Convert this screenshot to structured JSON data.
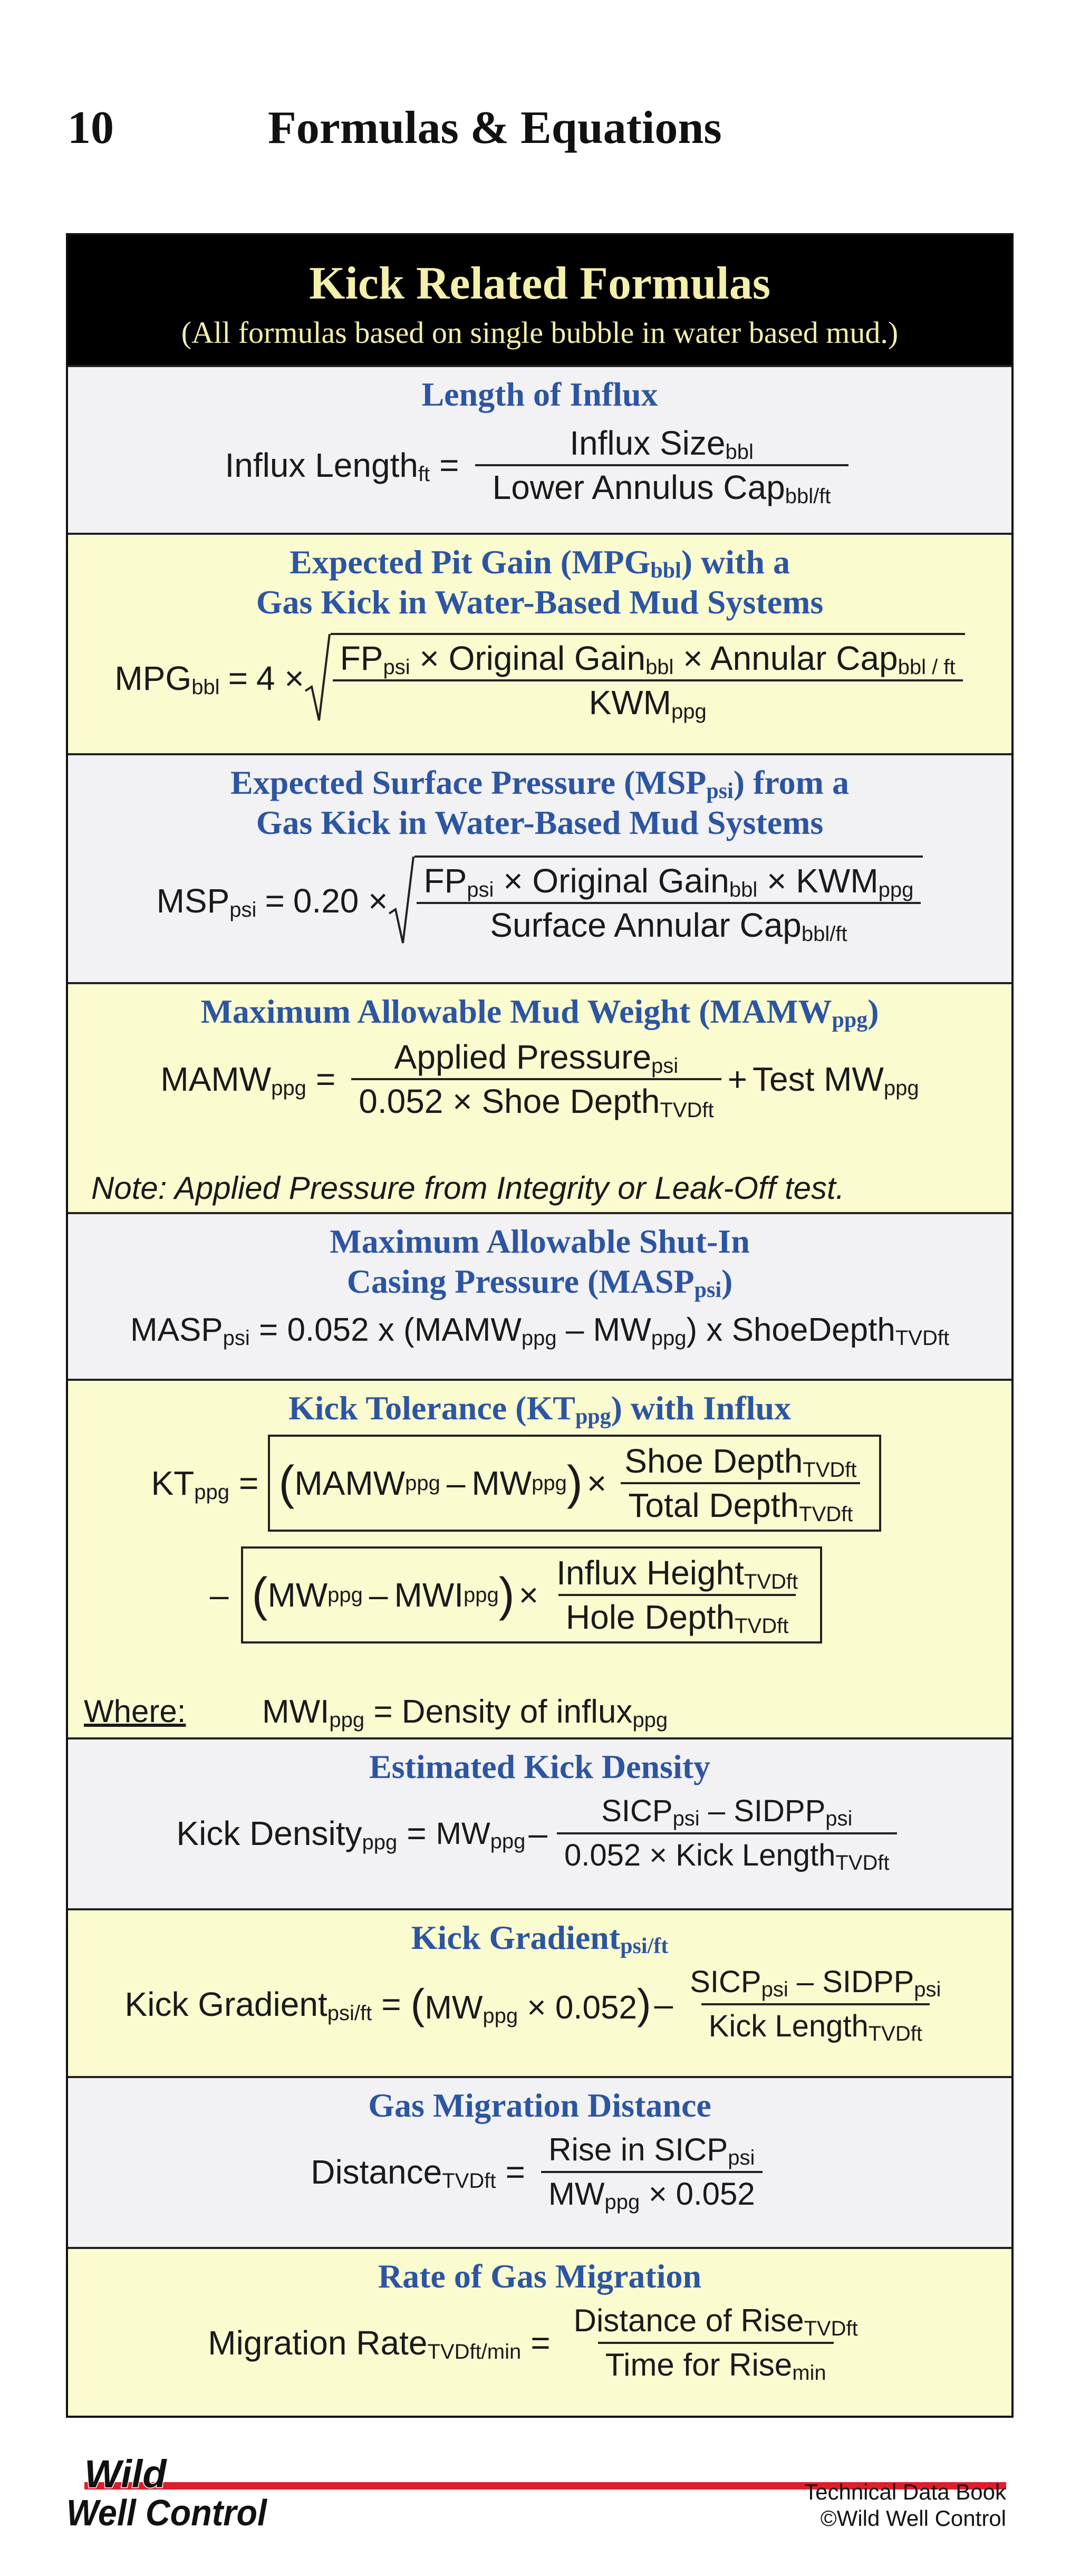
{
  "page": {
    "number": "10",
    "title": "Formulas & Equations"
  },
  "banner": {
    "title": "Kick Related Formulas",
    "subtitle": "(All formulas based on single bubble in water based mud.)"
  },
  "sections": {
    "length": {
      "title": "Length of Influx",
      "lhs": "Influx Length",
      "lhs_sub": "ft",
      "eq": "=",
      "num": "Influx Size",
      "num_sub": "bbl",
      "den": "Lower Annulus Cap",
      "den_sub": "bbl/ft"
    },
    "mpg": {
      "title_line1_a": "Expected Pit Gain (MPG",
      "title_line1_sub": "bbl",
      "title_line1_b": ") with a",
      "title_line2": "Gas Kick in Water-Based Mud Systems",
      "lhs": "MPG",
      "lhs_sub": "bbl",
      "eq": "=",
      "coef": "4 ×",
      "num_a": "FP",
      "num_a_sub": "psi",
      "times": "×",
      "num_b": "Original Gain",
      "num_b_sub": "bbl",
      "num_c": "Annular Cap",
      "num_c_sub": "bbl / ft",
      "den": "KWM",
      "den_sub": "ppg"
    },
    "msp": {
      "title_line1_a": "Expected Surface Pressure (MSP",
      "title_line1_sub": "psi",
      "title_line1_b": ") from a",
      "title_line2": "Gas Kick in Water-Based Mud Systems",
      "lhs": "MSP",
      "lhs_sub": "psi",
      "eq": "=",
      "coef": "0.20 ×",
      "num_a": "FP",
      "num_a_sub": "psi",
      "times": "×",
      "num_b": "Original Gain",
      "num_b_sub": "bbl",
      "num_c": "KWM",
      "num_c_sub": "ppg",
      "den": "Surface Annular Cap",
      "den_sub": "bbl/ft"
    },
    "mamw": {
      "title_a": "Maximum Allowable Mud Weight (MAMW",
      "title_sub": "ppg",
      "title_b": ")",
      "lhs": "MAMW",
      "lhs_sub": "ppg",
      "eq": "=",
      "num": "Applied Pressure",
      "num_sub": "psi",
      "den_a": "0.052",
      "times": "×",
      "den_b": "Shoe Depth",
      "den_b_sub": "TVDft",
      "plus": "+",
      "rhs": "Test MW",
      "rhs_sub": "ppg",
      "note": "Note: Applied Pressure from Integrity or Leak-Off test."
    },
    "masp": {
      "title_line1": "Maximum Allowable Shut-In",
      "title_line2_a": "Casing Pressure (MASP",
      "title_line2_sub": "psi",
      "title_line2_b": ")",
      "t1": "MASP",
      "t1_sub": "psi",
      "t2": " = 0.052 x (MAMW",
      "t2_sub": "ppg",
      "t3": " – MW",
      "t3_sub": "ppg",
      "t4": ") x ShoeDepth",
      "t4_sub": "TVDft"
    },
    "kt": {
      "title_a": "Kick Tolerance (KT",
      "title_sub": "ppg",
      "title_b": ") with Influx",
      "lhs": "KT",
      "lhs_sub": "ppg",
      "eq": "=",
      "r1_a": "MAMW",
      "r1_a_sub": "ppg",
      "minus": "–",
      "r1_b": "MW",
      "r1_b_sub": "ppg",
      "times": "×",
      "r1_num": "Shoe Depth",
      "r1_num_sub": "TVDft",
      "r1_den": "Total Depth",
      "r1_den_sub": "TVDft",
      "r2_a": "MW",
      "r2_a_sub": "ppg",
      "r2_b": "MWI",
      "r2_b_sub": "ppg",
      "r2_num": "Influx Height",
      "r2_num_sub": "TVDft",
      "r2_den": "Hole Depth",
      "r2_den_sub": "TVDft",
      "where": "Where:",
      "mwi": "MWI",
      "mwi_sub": "ppg",
      "mwi_text": " = Density of influx",
      "mwi_text_sub": "ppg"
    },
    "density": {
      "title": "Estimated Kick Density",
      "lhs": "Kick Density",
      "lhs_sub": "ppg",
      "eq": "=",
      "mw": "MW",
      "mw_sub": "ppg",
      "minus": "–",
      "num_a": "SICP",
      "num_a_sub": "psi",
      "num_minus": "–",
      "num_b": "SIDPP",
      "num_b_sub": "psi",
      "den_a": "0.052",
      "times": "×",
      "den_b": "Kick Length",
      "den_b_sub": "TVDft"
    },
    "gradient": {
      "title": "Kick Gradient",
      "title_sub": "psi/ft",
      "lhs": "Kick Gradient",
      "lhs_sub": "psi/ft",
      "eq": "=",
      "mw": "MW",
      "mw_sub": "ppg",
      "times": "×",
      "k": "0.052",
      "minus": "–",
      "num_a": "SICP",
      "num_a_sub": "psi",
      "num_minus": "–",
      "num_b": "SIDPP",
      "num_b_sub": "psi",
      "den": "Kick Length",
      "den_sub": "TVDft"
    },
    "migdist": {
      "title": "Gas Migration Distance",
      "lhs": "Distance",
      "lhs_sub": "TVDft",
      "eq": "=",
      "num": "Rise in SICP",
      "num_sub": "psi",
      "den_a": "MW",
      "den_a_sub": "ppg",
      "times": "×",
      "den_b": "0.052"
    },
    "migrate": {
      "title": "Rate of Gas Migration",
      "lhs": "Migration Rate",
      "lhs_sub": "TVDft/min",
      "eq": "=",
      "num": "Distance of Rise",
      "num_sub": "TVDft",
      "den": "Time for Rise",
      "den_sub": "min"
    }
  },
  "footer": {
    "logo_line1": "Wild",
    "logo_line2": "Well Control",
    "book": "Technical Data Book",
    "copyright": "©Wild Well Control"
  },
  "colors": {
    "banner_text": "#f4efa9",
    "section_title": "#2c55a2",
    "yellow_bg": "#fbfbd0",
    "gray_bg": "#f2f1f4",
    "logo_red": "#e11d2c"
  }
}
